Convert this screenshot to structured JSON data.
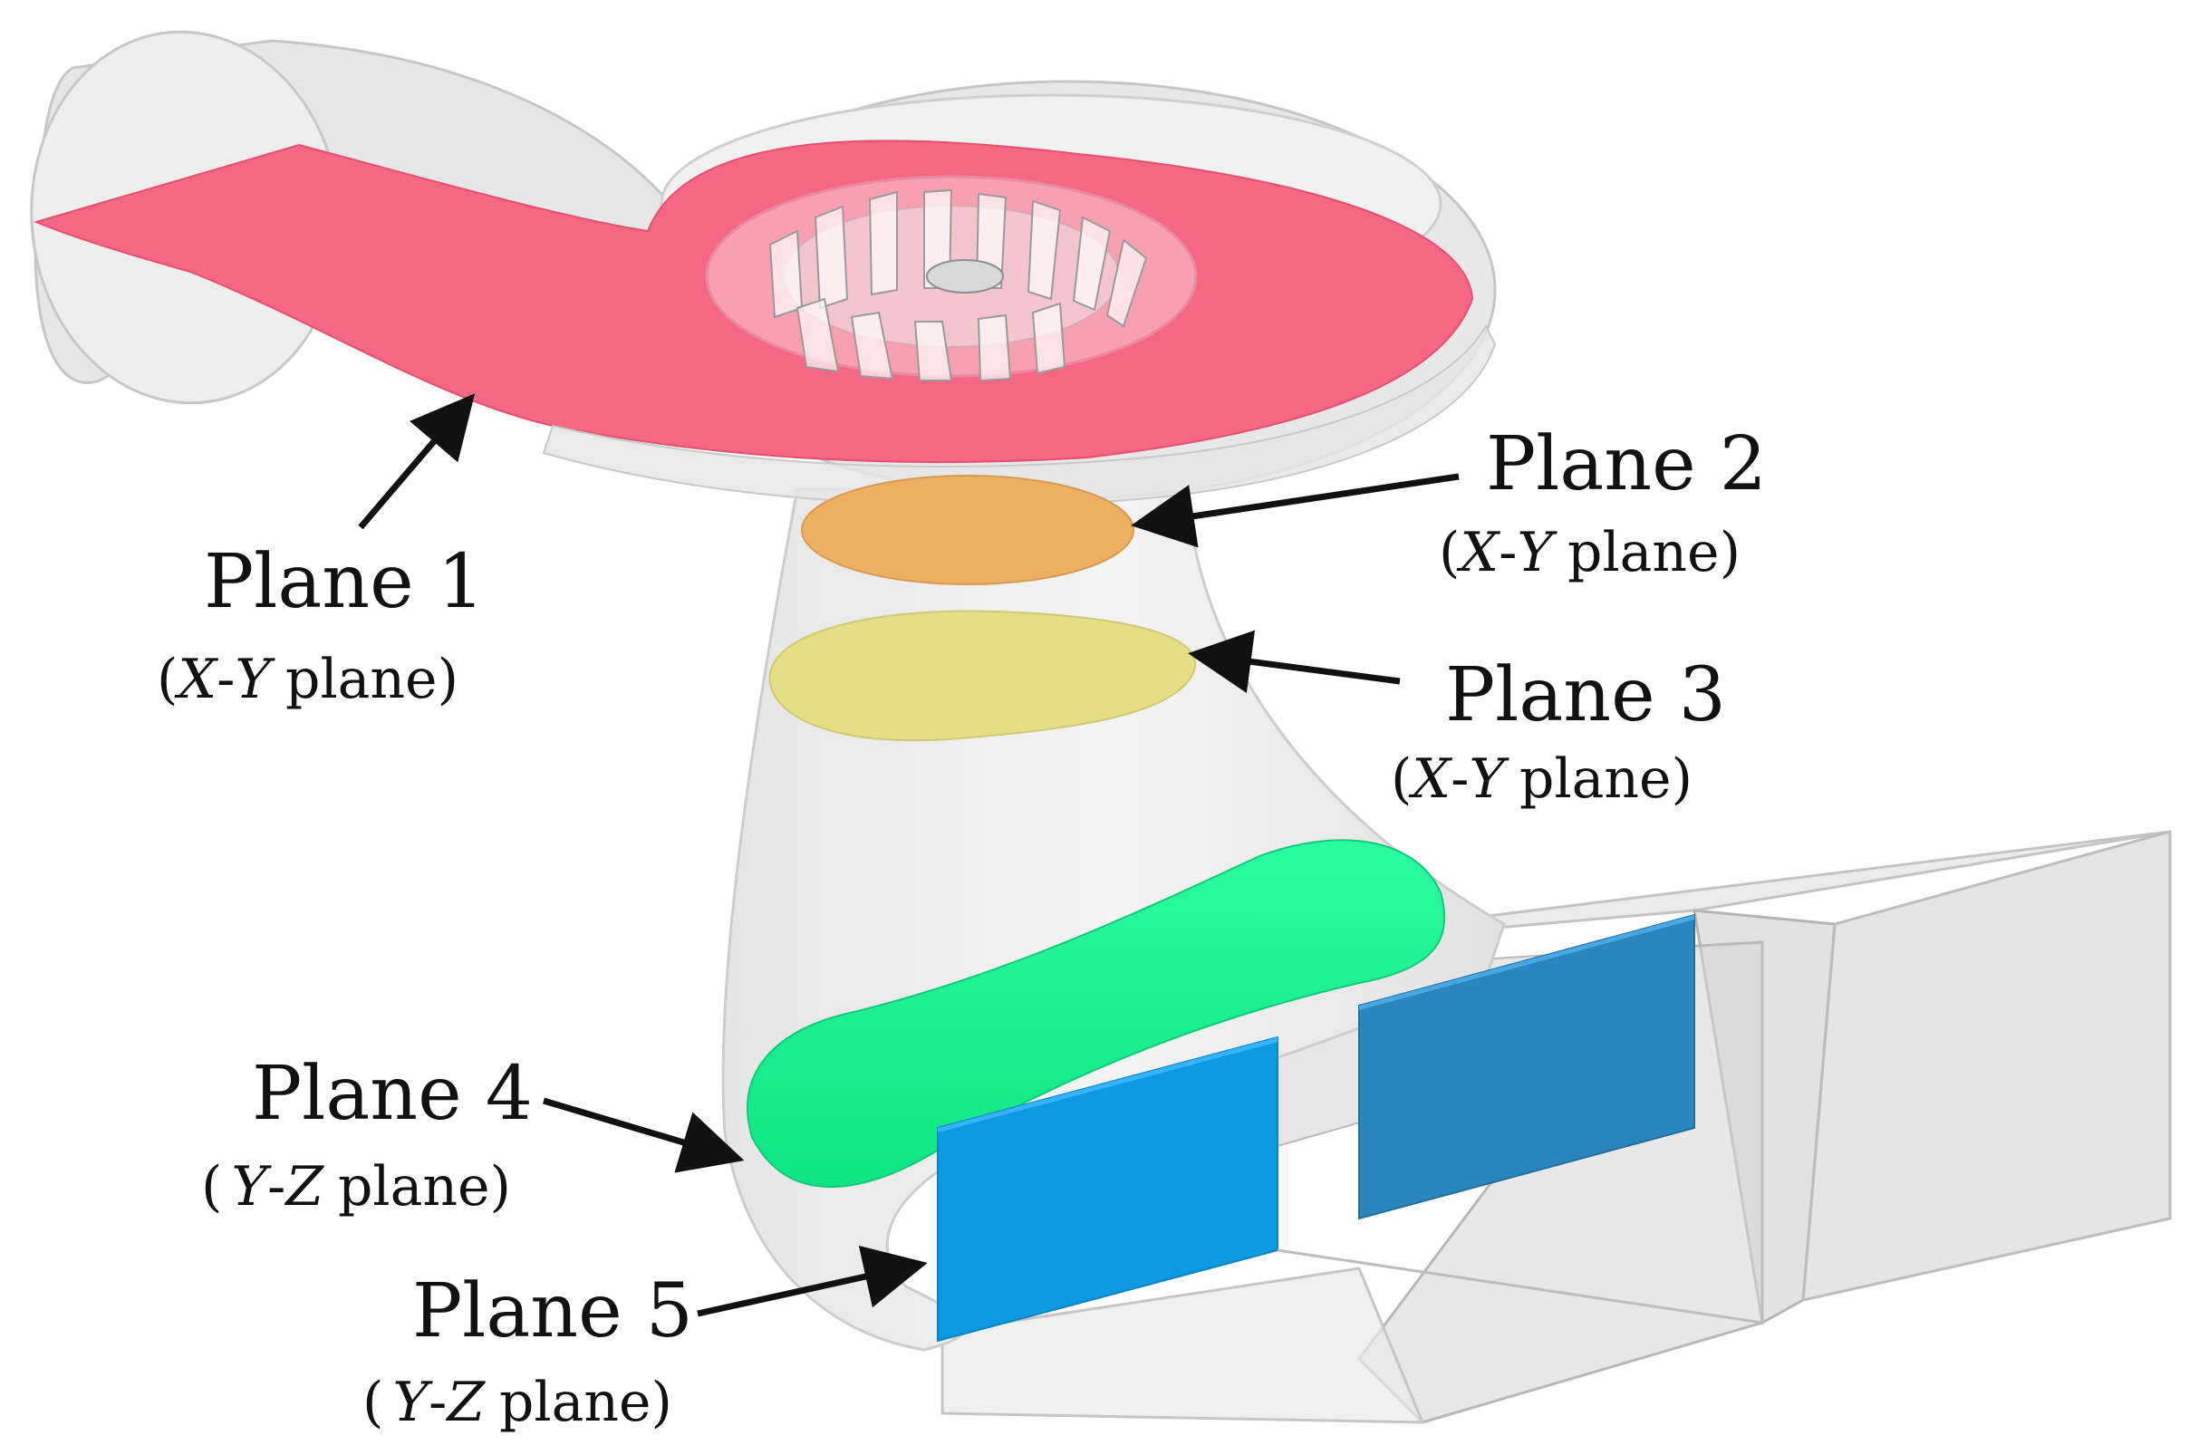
{
  "colors": {
    "background": "#ffffff",
    "casing": "#e4e4e4",
    "casing_edge": "#c9c9c9",
    "plane1": "#f56784",
    "plane2": "#eeaf62",
    "plane3": "#e4df86",
    "plane4": "#18f792",
    "plane5": "#0d9ae0",
    "arrow": "#111111"
  },
  "labels": {
    "plane1": {
      "title": "Plane 1",
      "axis_a": "X",
      "dash": "-",
      "axis_b": "Y",
      "word": "plane",
      "open": "(",
      "close": ")"
    },
    "plane2": {
      "title": "Plane 2",
      "axis_a": "X",
      "dash": "-",
      "axis_b": "Y",
      "word": "plane",
      "open": "(",
      "close": ")"
    },
    "plane3": {
      "title": "Plane 3",
      "axis_a": "X",
      "dash": "-",
      "axis_b": "Y",
      "word": "plane",
      "open": "(",
      "close": ")"
    },
    "plane4": {
      "title": "Plane 4",
      "axis_a": "Y",
      "dash": "-",
      "axis_b": "Z",
      "word": "plane",
      "open": "(",
      "close": ")"
    },
    "plane5": {
      "title": "Plane 5",
      "axis_a": "Y",
      "dash": "-",
      "axis_b": "Z",
      "word": "plane",
      "open": "(",
      "close": ")"
    }
  }
}
